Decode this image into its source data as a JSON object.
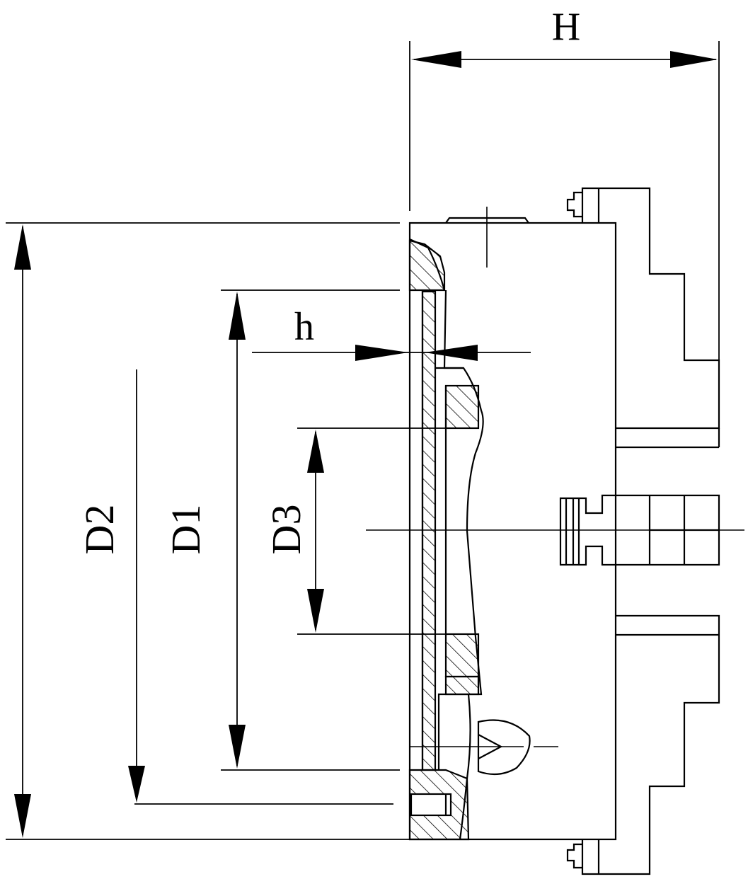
{
  "diagram": {
    "labels": {
      "H": "H",
      "h": "h",
      "D2": "D2",
      "D1": "D1",
      "D3": "D3"
    },
    "colors": {
      "line": "#000000",
      "background": "#ffffff"
    }
  }
}
